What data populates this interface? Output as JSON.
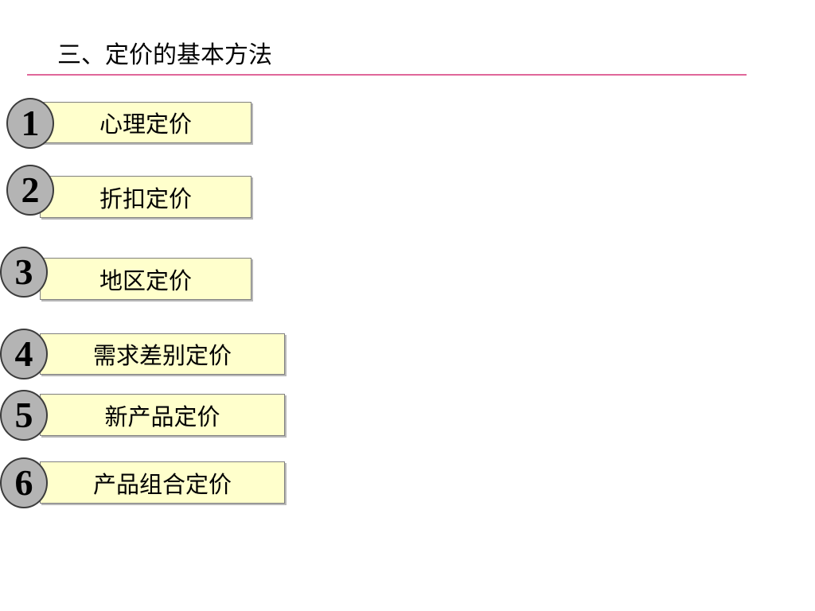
{
  "slide": {
    "title": "三、定价的基本方法"
  },
  "items": [
    {
      "number": "1",
      "label": "心理定价"
    },
    {
      "number": "2",
      "label": "折扣定价"
    },
    {
      "number": "3",
      "label": "地区定价"
    },
    {
      "number": "4",
      "label": "需求差别定价"
    },
    {
      "number": "5",
      "label": "新产品定价"
    },
    {
      "number": "6",
      "label": "产品组合定价"
    }
  ],
  "colors": {
    "box_fill": "#ffffcc",
    "circle_fill": "#b4b4b4",
    "title_rule": "#e0679a"
  }
}
